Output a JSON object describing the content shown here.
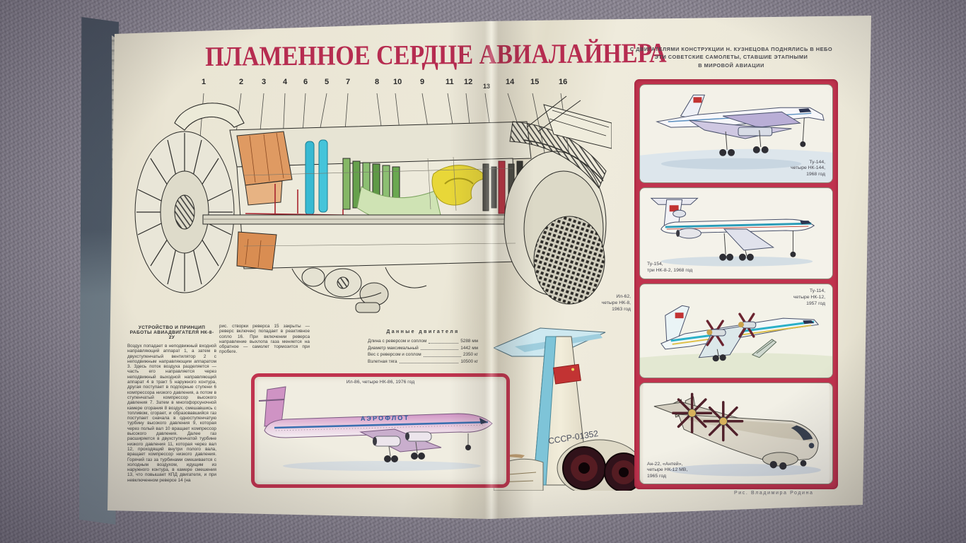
{
  "accent_colors": {
    "title_red": "#b62c50",
    "frame_red": "#c0334e"
  },
  "left_page": {
    "title": "ПЛАМЕННОЕ СЕРДЦЕ АВИАЛАЙНЕРА",
    "callouts": [
      "1",
      "2",
      "3",
      "4",
      "6",
      "5",
      "7",
      "8",
      "10",
      "9",
      "11",
      "12",
      "13",
      "14",
      "15",
      "16"
    ],
    "article": {
      "heading": "УСТРОЙСТВО И ПРИНЦИП РАБОТЫ АВИАДВИГАТЕЛЯ НК-8-2У",
      "column1": "Воздух попадает в неподвижный входной направляющий аппарат 1, а затем в двухступенчатый вентилятор 2 с неподвижным направляющим аппаратом 3. Здесь поток воздуха разделяется — часть его направляется через неподвижный выходной направляющий аппарат 4 в тракт 5 наружного контура, другая поступает в подпорные ступени 6 компрессора низкого давления, а потом в ступенчатый компрессор высокого давления 7. Затем в многофорсуночной камере сгорания 8 воздух, смешавшись с топливом, сгорает, и образовавшийся газ поступает сначала в одноступенчатую турбину высокого давления 9, которая через полый вал 10 вращает компрессор высокого давления. Далее газ расширяется в двухступенчатой турбине низкого давления 11, которая через вал 12, проходящий внутри полого вала, вращает компрессор низкого давления. Горячий газ за турбинами смешивается с холодным воздухом, идущим из наружного контура, в камере смешения 13, что повышает КПД двигателя, и при невключенном реверсе 14 (на",
      "column2": "рис. створки реверса 15 закрыты — реверс включен) попадает в реактивное сопло 16. При включении реверса направление выхлопа газа меняется на обратное — самолет тормозится при пробеге."
    },
    "specs": {
      "heading": "Данные двигателя",
      "rows": [
        {
          "label": "Длина с реверсом и соплом",
          "value": "5288 мм"
        },
        {
          "label": "Диаметр максимальный",
          "value": "1442 мм"
        },
        {
          "label": "Вес с реверсом и соплом",
          "value": "2350 кг"
        },
        {
          "label": "Взлетная тяга",
          "value": "10500 кг"
        }
      ]
    },
    "il62_caption": {
      "lines": [
        "Ил-62,",
        "четыре НК-8,",
        "1963 год"
      ]
    },
    "il62_registration": "СССР-01352",
    "il86": {
      "caption": "Ил-86, четыре НК-86, 1976 год",
      "titles": "АЭРОФЛОТ"
    }
  },
  "right_page": {
    "intro_lines": [
      "С ДВИГАТЕЛЯМИ КОНСТРУКЦИИ Н. КУЗНЕЦОВА ПОДНЯЛИСЬ В НЕБО",
      "ЭТИ СОВЕТСКИЕ САМОЛЕТЫ, СТАВШИЕ ЭТАПНЫМИ",
      "В МИРОВОЙ АВИАЦИИ"
    ],
    "panels": [
      {
        "name": "Ту-144",
        "lines": [
          "Ту-144,",
          "четыре НК-144,",
          "1968 год"
        ]
      },
      {
        "name": "Ту-154",
        "lines": [
          "Ту-154,",
          "три НК-8-2, 1968 год",
          ""
        ]
      },
      {
        "name": "Ту-114",
        "lines": [
          "Ту-114,",
          "четыре НК-12,",
          "1957 год"
        ]
      },
      {
        "name": "Ан-22",
        "lines": [
          "Ан-22, «Антей»,",
          "четыре НК-12 МВ,",
          "1965 год"
        ]
      }
    ],
    "credit": "Рис. Владимира Родина"
  }
}
